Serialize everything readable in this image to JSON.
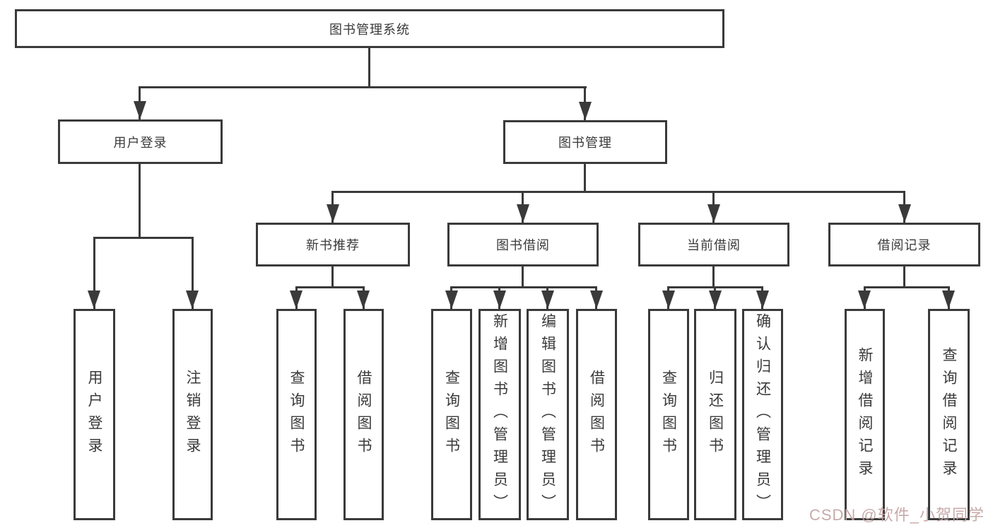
{
  "tree": {
    "root": "图书管理系统",
    "login": {
      "label": "用户登录",
      "children": [
        "用户登录",
        "注销登录"
      ]
    },
    "management": {
      "label": "图书管理"
    },
    "newbook": {
      "label": "新书推荐",
      "children": [
        "查询图书",
        "借阅图书"
      ]
    },
    "borrow": {
      "label": "图书借阅",
      "children": [
        "查询图书",
        "新增图书（管理员）",
        "编辑图书（管理员）",
        "借阅图书"
      ]
    },
    "current": {
      "label": "当前借阅",
      "children": [
        "查询图书",
        "归还图书",
        "确认归还（管理员）"
      ]
    },
    "records": {
      "label": "借阅记录",
      "children": [
        "新增借阅记录",
        "查询借阅记录"
      ]
    }
  },
  "watermark": {
    "text": "CSDN @软件_小贺同学",
    "color": "#c3a3a3"
  },
  "colors": {
    "line": "#3a3a3a",
    "text": "#3a3a3a",
    "box_background": "#ffffff",
    "page_background": "#ffffff"
  }
}
